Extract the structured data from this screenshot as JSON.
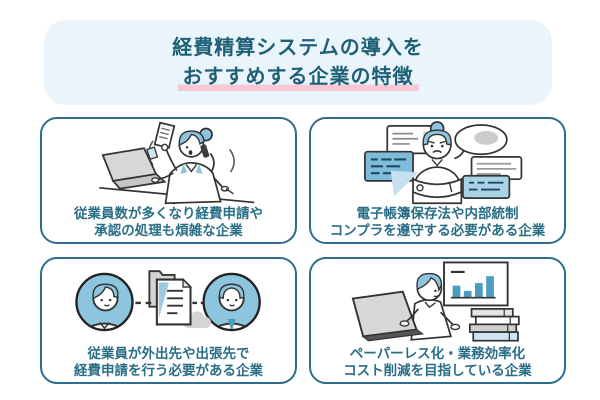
{
  "header": {
    "title_line1": "経費精算システムの導入を",
    "title_line2": "おすすめする企業の特徴"
  },
  "cards": [
    {
      "id": "busy-expense-processing",
      "illustration": "overworked-employee-phone-laptop",
      "caption_line1": "従業員数が多くなり経費申請や",
      "caption_line2": "承認の処理も煩雑な企業"
    },
    {
      "id": "compliance-requirements",
      "illustration": "worried-employee-speech-bubbles",
      "caption_line1": "電子帳簿保存法や内部統制",
      "caption_line2": "コンプラを遵守する必要がある企業"
    },
    {
      "id": "remote-expense-filing",
      "illustration": "two-workers-sharing-document-cloud",
      "caption_line1": "従業員が外出先や出張先で",
      "caption_line2": "経費申請を行う必要がある企業"
    },
    {
      "id": "paperless-efficiency",
      "illustration": "employee-laptop-bar-chart-books",
      "caption_line1": "ペーパーレス化・業務効率化",
      "caption_line2": "コスト削減を目指している企業"
    }
  ],
  "colors": {
    "page_background": "#ffffff",
    "header_background": "#eaf4fb",
    "title_text": "#1e6076",
    "title_underline_pink": "#f9c8d5",
    "card_border": "#2f6d8c",
    "caption_text": "#2a6e86",
    "illustration_blue": "#8ec5de",
    "illustration_blue_dark": "#4e9bc0",
    "illustration_blue_pale": "#c5e0ef",
    "illustration_gray": "#d6d6d6",
    "outline_dark": "#333333"
  }
}
